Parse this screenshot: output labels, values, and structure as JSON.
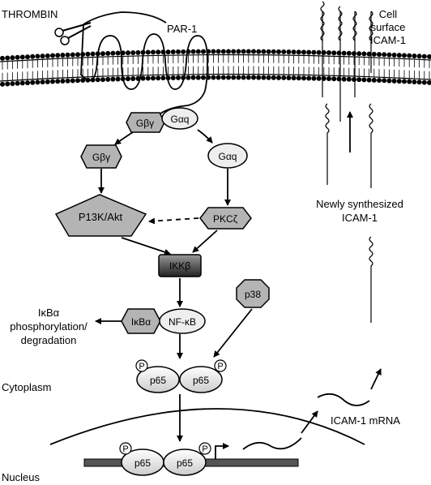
{
  "labels": {
    "thrombin": "THROMBIN",
    "par1": "PAR-1",
    "cell_surface_line1": "Cell",
    "cell_surface_line2": "surface",
    "cell_surface_line3": "ICAM-1",
    "newly_line1": "Newly synthesized",
    "newly_line2": "ICAM-1",
    "ikba_line1": "IκBα",
    "ikba_line2": "phosphorylation/",
    "ikba_line3": "degradation",
    "cytoplasm": "Cytoplasm",
    "nucleus": "Nucleus",
    "icam_mrna": "ICAM-1 mRNA"
  },
  "nodes": {
    "gbg_membrane": "Gβγ",
    "gaq_membrane": "Gαq",
    "gbg": "Gβγ",
    "gaq": "Gαq",
    "pi3k": "P13K/Akt",
    "pkc": "PKCζ",
    "ikkb": "IKKβ",
    "p38": "p38",
    "ikba": "IκBα",
    "nfkb": "NF-κB",
    "p65_cyto_left": "p65",
    "p65_cyto_right": "p65",
    "p65_nuc_left": "p65",
    "p65_nuc_right": "p65",
    "phospho": "P"
  },
  "colors": {
    "node_gray": "#b4b4b4",
    "node_light": "#eeeeee",
    "ikk_dark": "#333333",
    "membrane_line": "#000000",
    "dna_bar": "#555555"
  }
}
